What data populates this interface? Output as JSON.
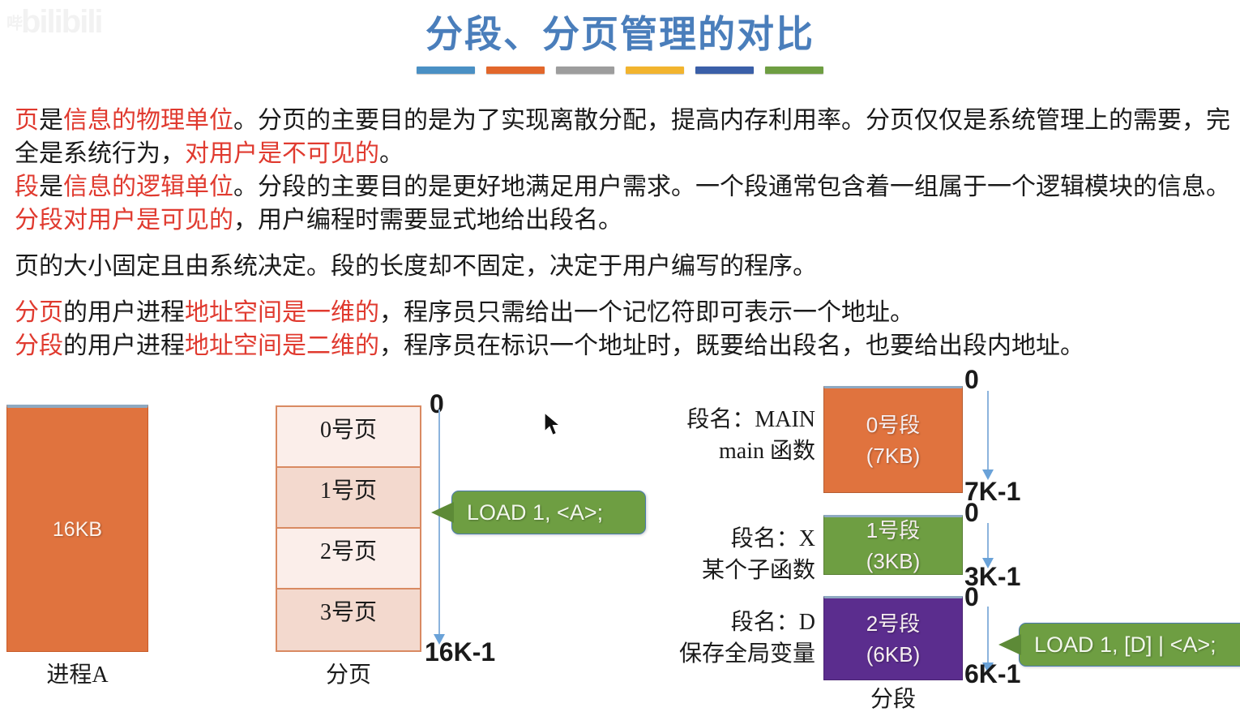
{
  "watermark": {
    "text": "bilibili",
    "prefix": "哔"
  },
  "title": {
    "text": "分段、分页管理的对比",
    "rule_colors": [
      "#4a90c4",
      "#e2672b",
      "#9d9d9d",
      "#f2b42e",
      "#3a5fa8",
      "#6e9e42"
    ]
  },
  "colors": {
    "title": "#4a7ebb",
    "highlight": "#e03a2f",
    "orange": "#e0733e",
    "green": "#6e9e42",
    "purple": "#5b2d8e",
    "arrow_blue": "#8cb4dd",
    "page_shade_light": "#fbeeea",
    "page_shade_dark": "#f3d9ce",
    "page_border": "#d98a62"
  },
  "paragraphs": [
    {
      "id": "para-page-unit",
      "runs": [
        {
          "text": "页",
          "hl": true
        },
        {
          "text": "是",
          "hl": false
        },
        {
          "text": "信息的物理单位",
          "hl": true
        },
        {
          "text": "。分页的主要目的是为了实现离散分配，提高内存利用率。分页仅仅是系统管理上的需要，完全是系统行为，",
          "hl": false
        },
        {
          "text": "对用户是不可见的",
          "hl": true
        },
        {
          "text": "。",
          "hl": false
        }
      ]
    },
    {
      "id": "para-segment-unit",
      "runs": [
        {
          "text": "段",
          "hl": true
        },
        {
          "text": "是",
          "hl": false
        },
        {
          "text": "信息的逻辑单位",
          "hl": true
        },
        {
          "text": "。分段的主要目的是更好地满足用户需求。一个段通常包含着一组属于一个逻辑模块的信息。",
          "hl": false
        },
        {
          "text": "分段对用户是可见的",
          "hl": true
        },
        {
          "text": "，用户编程时需要显式地给出段名。",
          "hl": false
        }
      ]
    },
    {
      "id": "para-size",
      "gap": true,
      "runs": [
        {
          "text": "页的大小固定且由系统决定。段的长度却不固定，决定于用户编写的程序。",
          "hl": false
        }
      ]
    },
    {
      "id": "para-paging-1d",
      "gap": true,
      "runs": [
        {
          "text": "分页",
          "hl": true
        },
        {
          "text": "的用户进程",
          "hl": false
        },
        {
          "text": "地址空间是一维的",
          "hl": true
        },
        {
          "text": "，程序员只需给出一个记忆符即可表示一个地址。",
          "hl": false
        }
      ]
    },
    {
      "id": "para-segmentation-2d",
      "runs": [
        {
          "text": "分段",
          "hl": true
        },
        {
          "text": "的用户进程",
          "hl": false
        },
        {
          "text": "地址空间是二维的",
          "hl": true
        },
        {
          "text": "，程序员在标识一个地址时，既要给出段名，也要给出段内地址。",
          "hl": false
        }
      ]
    }
  ],
  "diagram": {
    "process": {
      "size_label": "16KB",
      "caption": "进程A"
    },
    "paging": {
      "caption": "分页",
      "pages": [
        "0号页",
        "1号页",
        "2号页",
        "3号页"
      ],
      "address_top": "0",
      "address_bottom": "16K-1",
      "callout": "LOAD 1, <A>;"
    },
    "segmentation": {
      "caption": "分段",
      "callout": "LOAD 1, [D] | <A>;",
      "segments": [
        {
          "name_line1": "段名：MAIN",
          "name_line2": "main 函数",
          "box_line1": "0号段",
          "box_line2": "(7KB)",
          "address_top": "0",
          "address_bottom": "7K-1",
          "color": "#e0733e"
        },
        {
          "name_line1": "段名：X",
          "name_line2": "某个子函数",
          "box_line1": "1号段",
          "box_line2": "(3KB)",
          "address_top": "0",
          "address_bottom": "3K-1",
          "color": "#6e9e42"
        },
        {
          "name_line1": "段名：D",
          "name_line2": "保存全局变量",
          "box_line1": "2号段",
          "box_line2": "(6KB)",
          "address_top": "0",
          "address_bottom": "6K-1",
          "color": "#5b2d8e"
        }
      ]
    }
  }
}
